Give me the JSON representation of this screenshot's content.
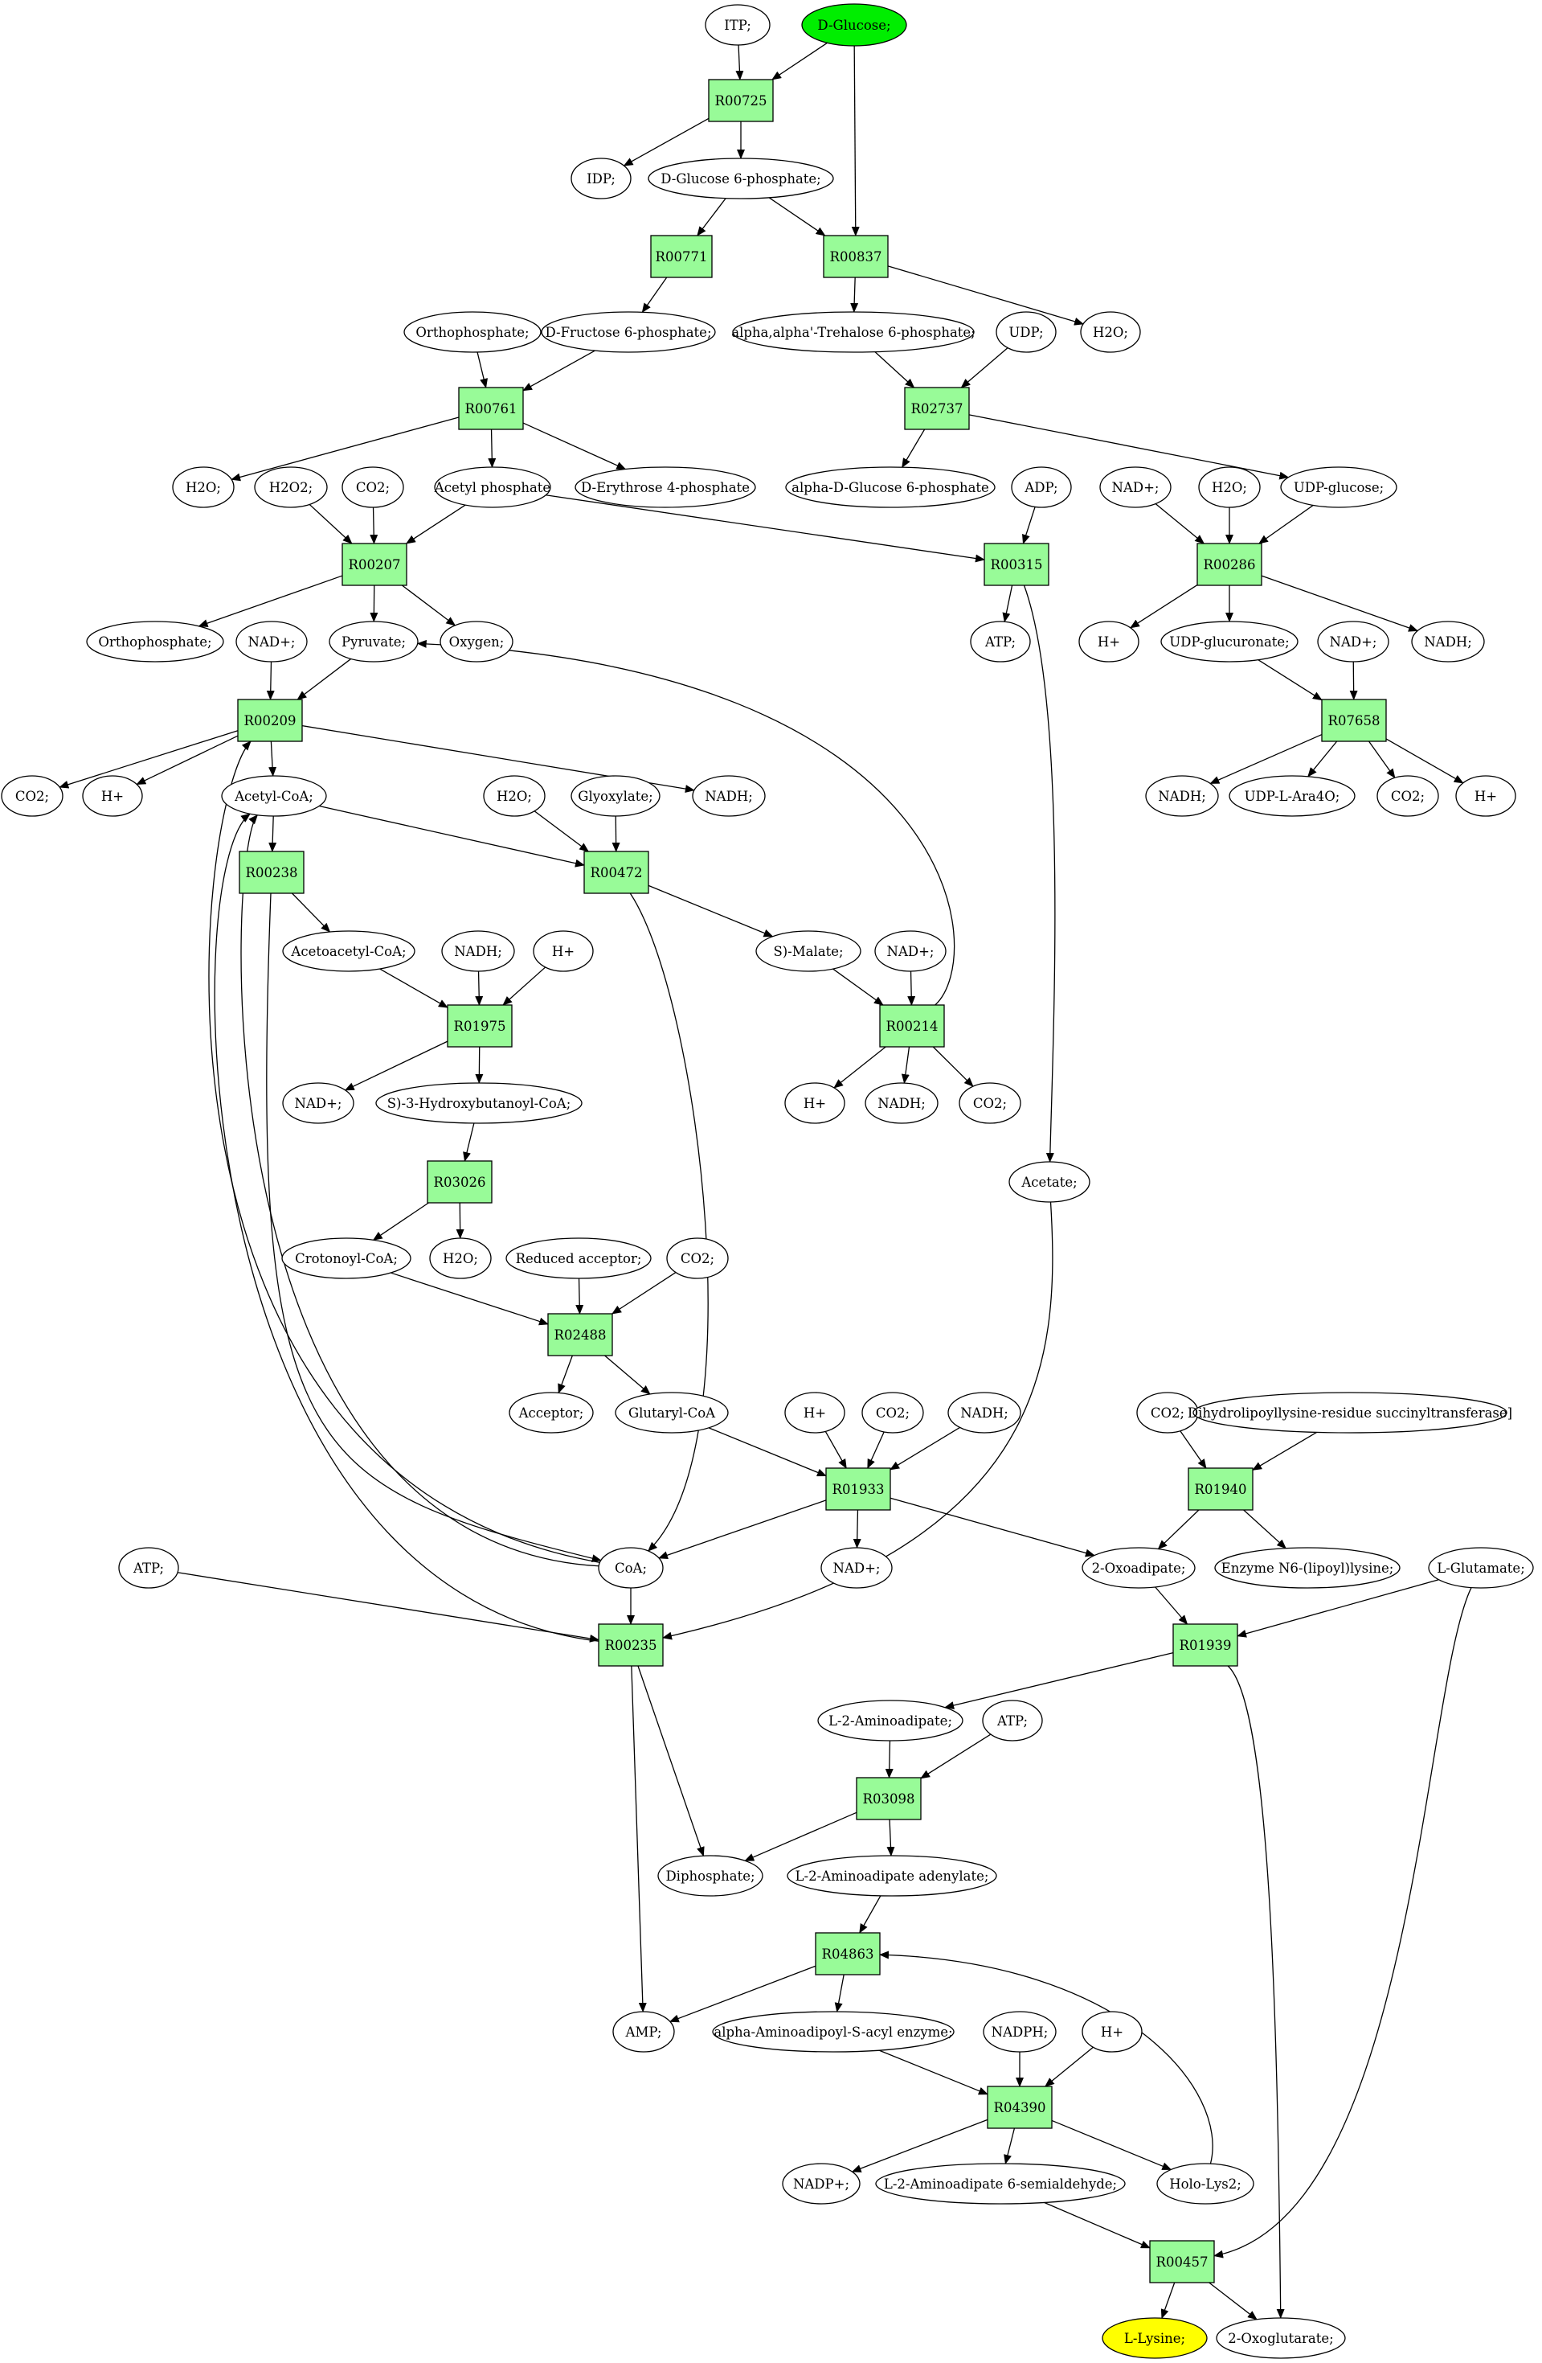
{
  "colors": {
    "reaction": "#98fb98",
    "compound": "#ffffff",
    "source": "#00ee00",
    "target": "#ffff00",
    "stroke": "#000000"
  },
  "nodes": [
    {
      "id": "itp",
      "label": "ITP;",
      "kind": "compound"
    },
    {
      "id": "glucose",
      "label": "D-Glucose;",
      "kind": "source"
    },
    {
      "id": "R00725",
      "label": "R00725",
      "kind": "reaction"
    },
    {
      "id": "idp",
      "label": "IDP;",
      "kind": "compound"
    },
    {
      "id": "g6p",
      "label": "D-Glucose 6-phosphate;",
      "kind": "compound"
    },
    {
      "id": "R00771",
      "label": "R00771",
      "kind": "reaction"
    },
    {
      "id": "R00837",
      "label": "R00837",
      "kind": "reaction"
    },
    {
      "id": "ortho1",
      "label": "Orthophosphate;",
      "kind": "compound"
    },
    {
      "id": "f6p",
      "label": "D-Fructose 6-phosphate;",
      "kind": "compound"
    },
    {
      "id": "t6p",
      "label": "alpha,alpha'-Trehalose 6-phosphate;",
      "kind": "compound"
    },
    {
      "id": "udp",
      "label": "UDP;",
      "kind": "compound"
    },
    {
      "id": "h2o_a",
      "label": "H2O;",
      "kind": "compound"
    },
    {
      "id": "R00761",
      "label": "R00761",
      "kind": "reaction"
    },
    {
      "id": "R02737",
      "label": "R02737",
      "kind": "reaction"
    },
    {
      "id": "h2o_b",
      "label": "H2O;",
      "kind": "compound"
    },
    {
      "id": "h2o2",
      "label": "H2O2;",
      "kind": "compound"
    },
    {
      "id": "co2_a",
      "label": "CO2;",
      "kind": "compound"
    },
    {
      "id": "acp",
      "label": "Acetyl phosphate",
      "kind": "compound"
    },
    {
      "id": "e4p",
      "label": "D-Erythrose 4-phosphate",
      "kind": "compound"
    },
    {
      "id": "ag1p",
      "label": "alpha-D-Glucose 6-phosphate",
      "kind": "compound"
    },
    {
      "id": "adp",
      "label": "ADP;",
      "kind": "compound"
    },
    {
      "id": "nadp_a",
      "label": "NAD+;",
      "kind": "compound"
    },
    {
      "id": "h2o_c",
      "label": "H2O;",
      "kind": "compound"
    },
    {
      "id": "udpg",
      "label": "UDP-glucose;",
      "kind": "compound"
    },
    {
      "id": "R00207",
      "label": "R00207",
      "kind": "reaction"
    },
    {
      "id": "R00315",
      "label": "R00315",
      "kind": "reaction"
    },
    {
      "id": "R00286",
      "label": "R00286",
      "kind": "reaction"
    },
    {
      "id": "ortho2",
      "label": "Orthophosphate;",
      "kind": "compound"
    },
    {
      "id": "nadp_b",
      "label": "NAD+;",
      "kind": "compound"
    },
    {
      "id": "pyr",
      "label": "Pyruvate;",
      "kind": "compound"
    },
    {
      "id": "oxy",
      "label": "Oxygen;",
      "kind": "compound"
    },
    {
      "id": "atp_a",
      "label": "ATP;",
      "kind": "compound"
    },
    {
      "id": "h_a",
      "label": "H+",
      "kind": "compound"
    },
    {
      "id": "udpgluc",
      "label": "UDP-glucuronate;",
      "kind": "compound"
    },
    {
      "id": "nadp_c",
      "label": "NAD+;",
      "kind": "compound"
    },
    {
      "id": "nadh_a",
      "label": "NADH;",
      "kind": "compound"
    },
    {
      "id": "R00209",
      "label": "R00209",
      "kind": "reaction"
    },
    {
      "id": "R07658",
      "label": "R07658",
      "kind": "reaction"
    },
    {
      "id": "co2_b",
      "label": "CO2;",
      "kind": "compound"
    },
    {
      "id": "h_b",
      "label": "H+",
      "kind": "compound"
    },
    {
      "id": "acoa",
      "label": "Acetyl-CoA;",
      "kind": "compound"
    },
    {
      "id": "nadh_b",
      "label": "NADH;",
      "kind": "compound"
    },
    {
      "id": "h2o_d",
      "label": "H2O;",
      "kind": "compound"
    },
    {
      "id": "glyox",
      "label": "Glyoxylate;",
      "kind": "compound"
    },
    {
      "id": "nadh_c",
      "label": "NADH;",
      "kind": "compound"
    },
    {
      "id": "udpara",
      "label": "UDP-L-Ara4O;",
      "kind": "compound"
    },
    {
      "id": "co2_c",
      "label": "CO2;",
      "kind": "compound"
    },
    {
      "id": "h_c",
      "label": "H+",
      "kind": "compound"
    },
    {
      "id": "R00238",
      "label": "R00238",
      "kind": "reaction"
    },
    {
      "id": "R00472",
      "label": "R00472",
      "kind": "reaction"
    },
    {
      "id": "aacoa",
      "label": "Acetoacetyl-CoA;",
      "kind": "compound"
    },
    {
      "id": "nadh_d",
      "label": "NADH;",
      "kind": "compound"
    },
    {
      "id": "h_d",
      "label": "H+",
      "kind": "compound"
    },
    {
      "id": "malate",
      "label": "S)-Malate;",
      "kind": "compound"
    },
    {
      "id": "nadp_d",
      "label": "NAD+;",
      "kind": "compound"
    },
    {
      "id": "R01975",
      "label": "R01975",
      "kind": "reaction"
    },
    {
      "id": "R00214",
      "label": "R00214",
      "kind": "reaction"
    },
    {
      "id": "nadp_e",
      "label": "NAD+;",
      "kind": "compound"
    },
    {
      "id": "hbcoa",
      "label": "S)-3-Hydroxybutanoyl-CoA;",
      "kind": "compound"
    },
    {
      "id": "h_e",
      "label": "H+",
      "kind": "compound"
    },
    {
      "id": "nadh_e",
      "label": "NADH;",
      "kind": "compound"
    },
    {
      "id": "co2_d",
      "label": "CO2;",
      "kind": "compound"
    },
    {
      "id": "R03026",
      "label": "R03026",
      "kind": "reaction"
    },
    {
      "id": "acetate",
      "label": "Acetate;",
      "kind": "compound"
    },
    {
      "id": "crcoa",
      "label": "Crotonoyl-CoA;",
      "kind": "compound"
    },
    {
      "id": "h2o_e",
      "label": "H2O;",
      "kind": "compound"
    },
    {
      "id": "redacc",
      "label": "Reduced acceptor;",
      "kind": "compound"
    },
    {
      "id": "co2_e",
      "label": "CO2;",
      "kind": "compound"
    },
    {
      "id": "R02488",
      "label": "R02488",
      "kind": "reaction"
    },
    {
      "id": "acceptor",
      "label": "Acceptor;",
      "kind": "compound"
    },
    {
      "id": "glcoa",
      "label": "Glutaryl-CoA",
      "kind": "compound"
    },
    {
      "id": "h_f",
      "label": "H+",
      "kind": "compound"
    },
    {
      "id": "co2_f",
      "label": "CO2;",
      "kind": "compound"
    },
    {
      "id": "nadh_f",
      "label": "NADH;",
      "kind": "compound"
    },
    {
      "id": "co2_g",
      "label": "CO2;",
      "kind": "compound"
    },
    {
      "id": "dlst",
      "label": "Dihydrolipoyllysine-residue succinyltransferase]",
      "kind": "compound"
    },
    {
      "id": "R01933",
      "label": "R01933",
      "kind": "reaction"
    },
    {
      "id": "R01940",
      "label": "R01940",
      "kind": "reaction"
    },
    {
      "id": "atp_b",
      "label": "ATP;",
      "kind": "compound"
    },
    {
      "id": "coa",
      "label": "CoA;",
      "kind": "compound"
    },
    {
      "id": "nadp_f",
      "label": "NAD+;",
      "kind": "compound"
    },
    {
      "id": "oxoad",
      "label": "2-Oxoadipate;",
      "kind": "compound"
    },
    {
      "id": "enzn6",
      "label": "Enzyme N6-(lipoyl)lysine;",
      "kind": "compound"
    },
    {
      "id": "lglu",
      "label": "L-Glutamate;",
      "kind": "compound"
    },
    {
      "id": "R00235",
      "label": "R00235",
      "kind": "reaction"
    },
    {
      "id": "R01939",
      "label": "R01939",
      "kind": "reaction"
    },
    {
      "id": "l2aa",
      "label": "L-2-Aminoadipate;",
      "kind": "compound"
    },
    {
      "id": "atp_c",
      "label": "ATP;",
      "kind": "compound"
    },
    {
      "id": "R03098",
      "label": "R03098",
      "kind": "reaction"
    },
    {
      "id": "diphos",
      "label": "Diphosphate;",
      "kind": "compound"
    },
    {
      "id": "l2aaad",
      "label": "L-2-Aminoadipate adenylate;",
      "kind": "compound"
    },
    {
      "id": "R04863",
      "label": "R04863",
      "kind": "reaction"
    },
    {
      "id": "amp",
      "label": "AMP;",
      "kind": "compound"
    },
    {
      "id": "aase",
      "label": "alpha-Aminoadipoyl-S-acyl enzyme;",
      "kind": "compound"
    },
    {
      "id": "nadph",
      "label": "NADPH;",
      "kind": "compound"
    },
    {
      "id": "h_g",
      "label": "H+",
      "kind": "compound"
    },
    {
      "id": "R04390",
      "label": "R04390",
      "kind": "reaction"
    },
    {
      "id": "nadpp",
      "label": "NADP+;",
      "kind": "compound"
    },
    {
      "id": "l2aasa",
      "label": "L-2-Aminoadipate 6-semialdehyde;",
      "kind": "compound"
    },
    {
      "id": "holo",
      "label": "Holo-Lys2;",
      "kind": "compound"
    },
    {
      "id": "R00457",
      "label": "R00457",
      "kind": "reaction"
    },
    {
      "id": "lys",
      "label": "L-Lysine;",
      "kind": "target"
    },
    {
      "id": "oxoglu",
      "label": "2-Oxoglutarate;",
      "kind": "compound"
    }
  ]
}
